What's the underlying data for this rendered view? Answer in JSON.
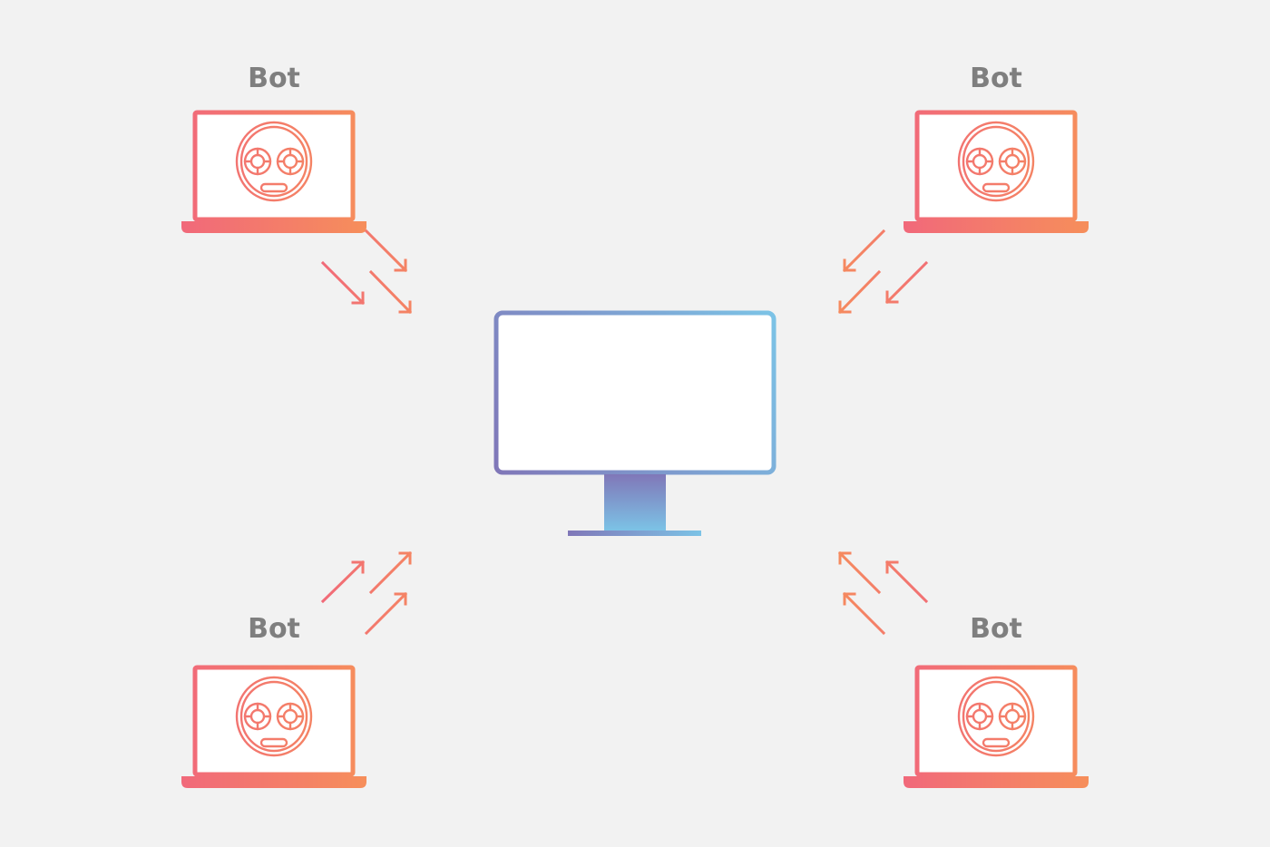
{
  "bots": [
    {
      "id": "top-left",
      "label": "Bot"
    },
    {
      "id": "top-right",
      "label": "Bot"
    },
    {
      "id": "bottom-left",
      "label": "Bot"
    },
    {
      "id": "bottom-right",
      "label": "Bot"
    }
  ],
  "target": {
    "icon": "desktop-monitor-icon"
  },
  "bot_icon": "robot-face-icon",
  "colors": {
    "background": "#f2f2f2",
    "bot_gradient_start": "#f1697a",
    "bot_gradient_end": "#f68e5b",
    "monitor_gradient_start": "#8077b8",
    "monitor_gradient_end": "#7cc3e6",
    "label": "#7f7f7f"
  }
}
